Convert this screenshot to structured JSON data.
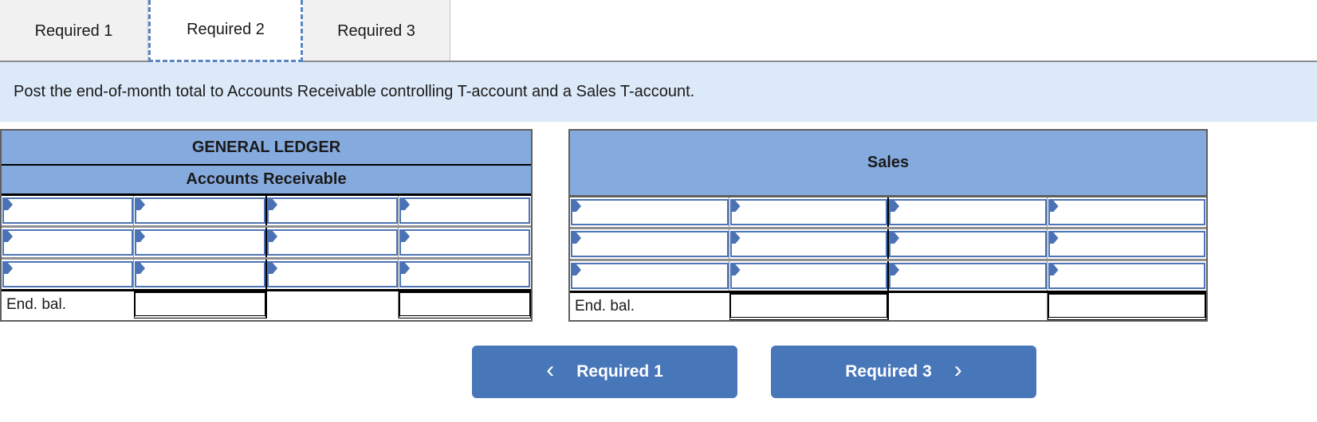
{
  "tabs": [
    {
      "label": "Required 1",
      "active": false
    },
    {
      "label": "Required 2",
      "active": true
    },
    {
      "label": "Required 3",
      "active": false
    }
  ],
  "instruction": "Post the end-of-month total to Accounts Receivable controlling T-account and a Sales T-account.",
  "general_ledger": {
    "title": "GENERAL LEDGER",
    "account_name": "Accounts Receivable",
    "end_balance_label": "End. bal.",
    "end_balance_debit_value": "",
    "end_balance_credit_value": ""
  },
  "sales_account": {
    "account_name": "Sales",
    "end_balance_label": "End. bal.",
    "end_balance_debit_value": "",
    "end_balance_credit_value": ""
  },
  "navigation": {
    "prev_button_label": "Required 1",
    "prev_button_icon": "‹",
    "next_button_label": "Required 3",
    "next_button_icon": "›"
  },
  "colors": {
    "header_blue": "#85aade",
    "cell_border_blue": "#4d74b6",
    "banner_blue": "#dce9f8",
    "button_blue": "#4877b9"
  }
}
